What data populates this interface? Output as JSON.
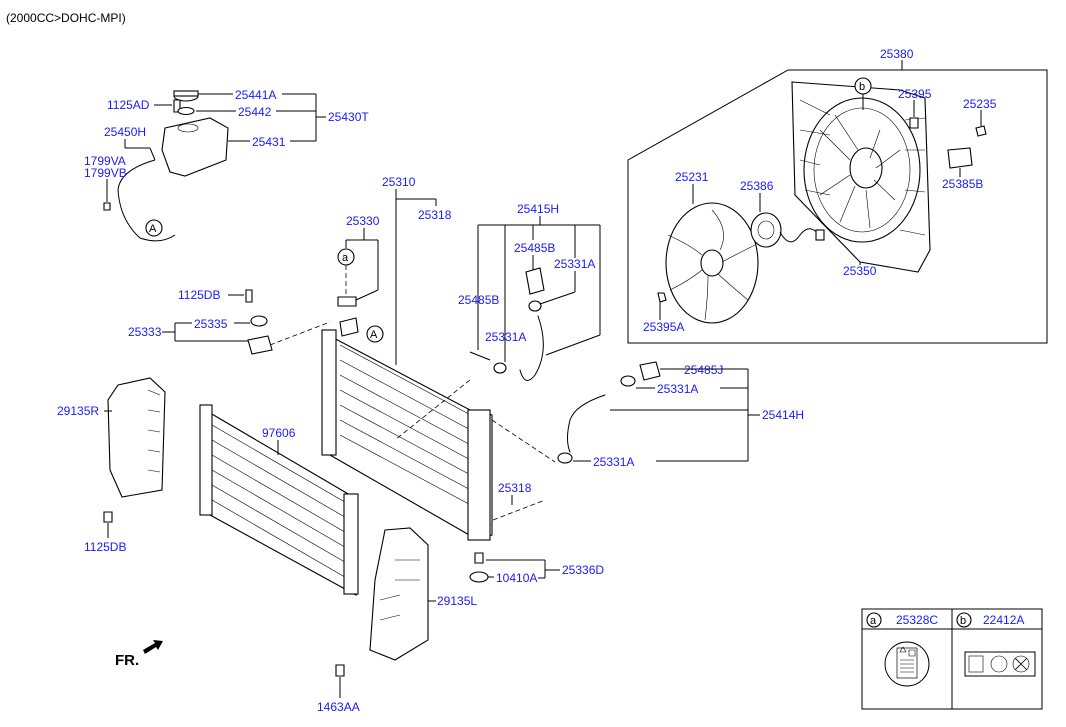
{
  "header": {
    "engine_spec": "(2000CC>DOHC-MPI)"
  },
  "direction_marker": "FR.",
  "callouts": {
    "a": "a",
    "b": "b",
    "A": "A"
  },
  "parts": {
    "p25380": "25380",
    "p25395": "25395",
    "p25235": "25235",
    "p25231": "25231",
    "p25386": "25386",
    "p25385B": "25385B",
    "p25350": "25350",
    "p25395A": "25395A",
    "p1125AD": "1125AD",
    "p25441A": "25441A",
    "p25442": "25442",
    "p25430T": "25430T",
    "p25431": "25431",
    "p25450H": "25450H",
    "p1799VA": "1799VA",
    "p1799VB": "1799VB",
    "p25310": "25310",
    "p25330": "25330",
    "p25318_top": "25318",
    "p25415H": "25415H",
    "p25485B_a": "25485B",
    "p25331A_a": "25331A",
    "p25485B_b": "25485B",
    "p25331A_b": "25331A",
    "p1125DB_top": "1125DB",
    "p25335": "25335",
    "p25333": "25333",
    "p29135R": "29135R",
    "p97606": "97606",
    "p25485J": "25485J",
    "p25331A_c": "25331A",
    "p25414H": "25414H",
    "p25331A_d": "25331A",
    "p25318_bot": "25318",
    "p10410A": "10410A",
    "p25336D": "25336D",
    "p29135L": "29135L",
    "p1125DB_bot": "1125DB",
    "p1463AA": "1463AA"
  },
  "legend_table": {
    "cells": [
      {
        "key": "a",
        "part": "25328C"
      },
      {
        "key": "b",
        "part": "22412A"
      }
    ]
  }
}
